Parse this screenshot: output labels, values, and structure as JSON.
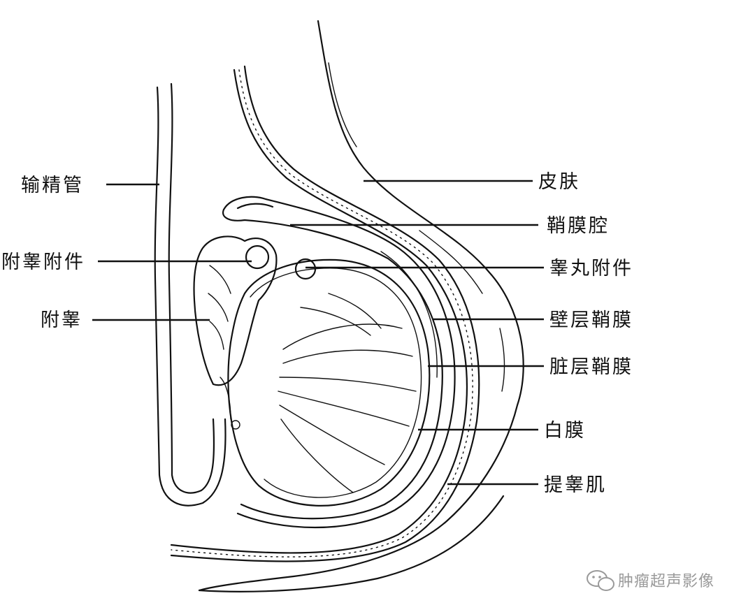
{
  "labels": {
    "vas_deferens": "输精管",
    "appendix_epididymis": "附睾附件",
    "epididymis": "附睾",
    "skin": "皮肤",
    "tunica_vaginalis_cavity": "鞘膜腔",
    "appendix_testis": "睾丸附件",
    "parietal_tunica_vaginalis": "壁层鞘膜",
    "visceral_tunica_vaginalis": "脏层鞘膜",
    "tunica_albuginea": "白膜",
    "cremaster": "提睾肌"
  },
  "watermark": {
    "text": "肿瘤超声影像",
    "icon": "wechat-icon"
  },
  "colors": {
    "ink": "#111111",
    "background": "#ffffff",
    "watermark": "#9a9a9a"
  }
}
